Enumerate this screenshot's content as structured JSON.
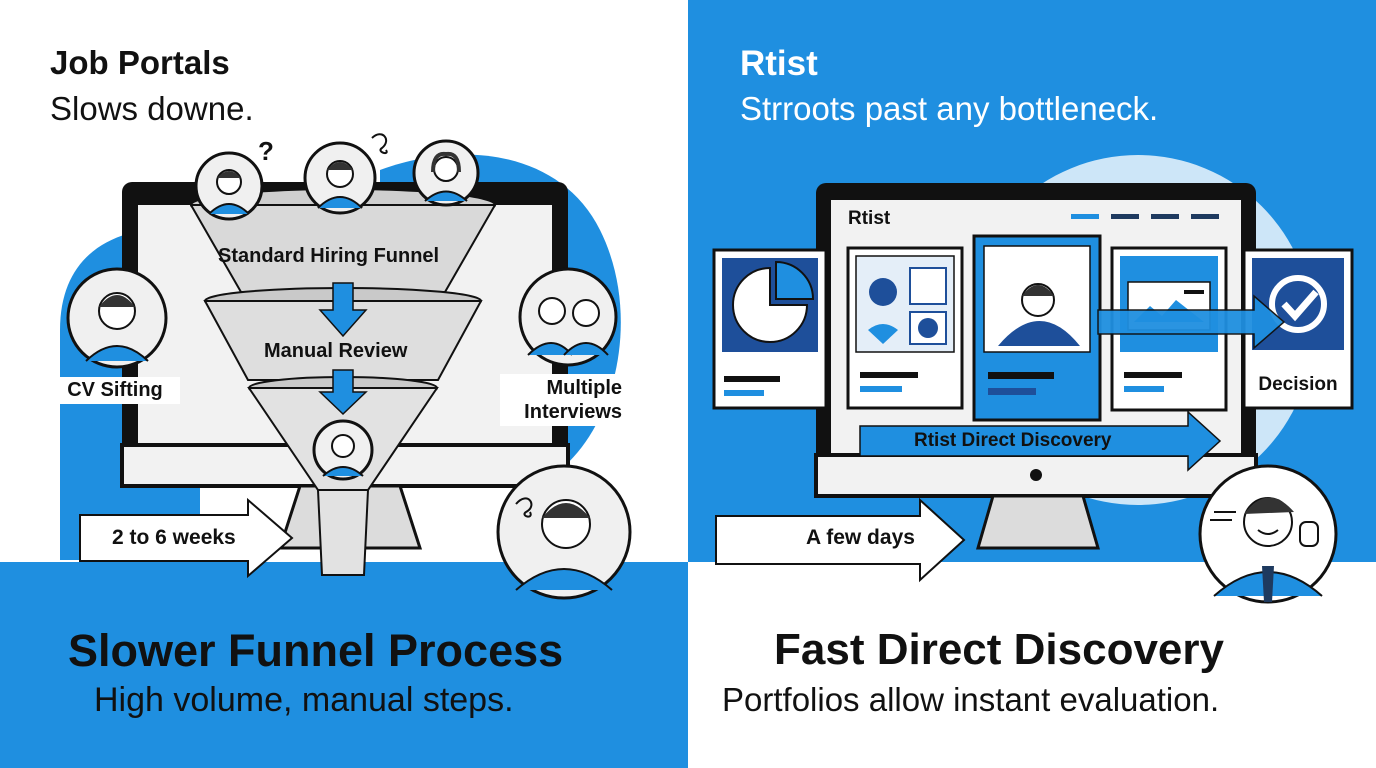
{
  "left": {
    "brand": "Job Portals",
    "tagline": "Slows downe.",
    "funnel_stages": [
      "Standard Hiring Funnel",
      "Manual Review"
    ],
    "side_labels": {
      "cv": "CV Sifting",
      "interviews": "Multiple Interviews"
    },
    "timeline": "2 to 6 weeks",
    "title": "Slower Funnel Process",
    "subtitle": "High volume, manual steps."
  },
  "right": {
    "brand": "Rtist",
    "tagline": "Strroots past any bottleneck.",
    "screen_brand": "Rtist",
    "decision": "Decision",
    "flow_label": "Rtist Direct Discovery",
    "timeline": "A few days",
    "title": "Fast Direct Discovery",
    "subtitle": "Portfolios allow instant evaluation."
  },
  "colors": {
    "blue": "#1f8fe0",
    "navy": "#1e4f9a",
    "ink": "#111111",
    "light": "#e6e6e6"
  }
}
